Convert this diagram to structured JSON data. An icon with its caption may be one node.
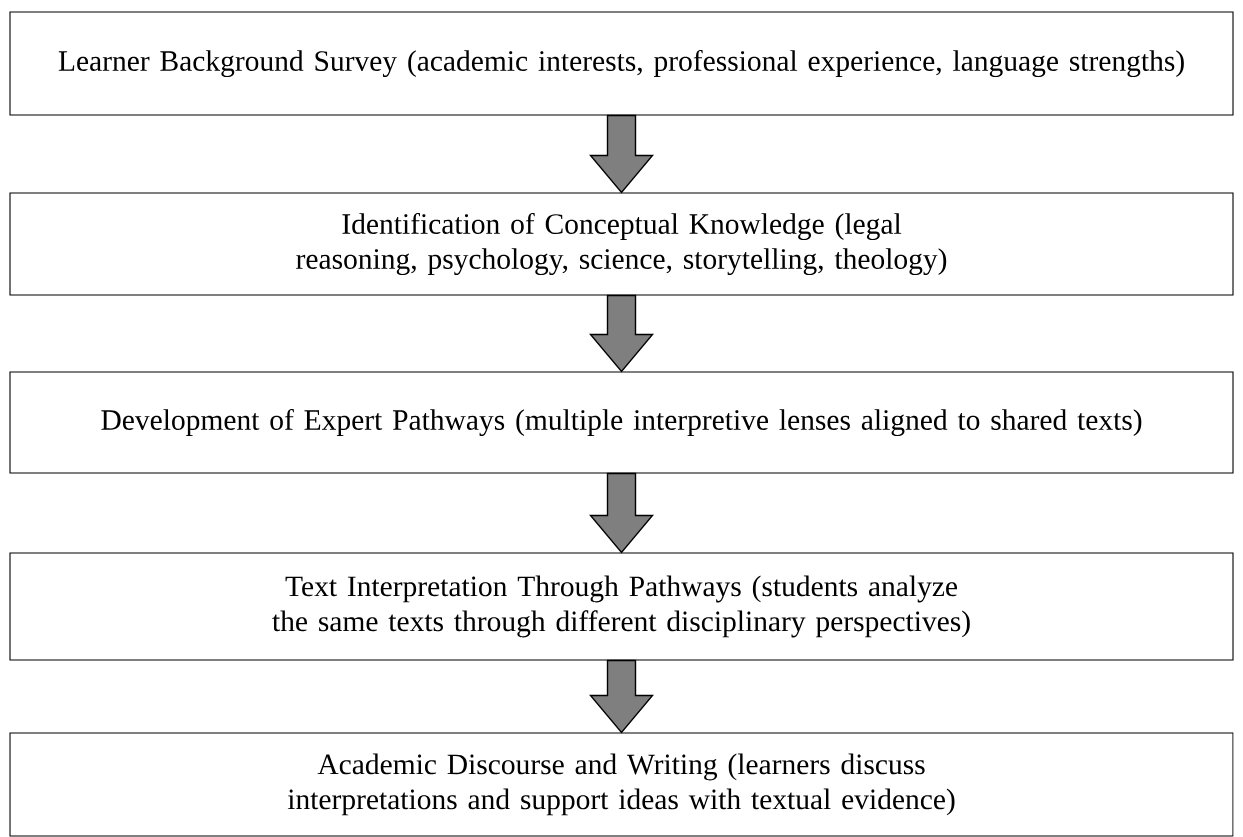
{
  "diagram": {
    "nodes": [
      {
        "text": [
          "Learner Background Survey (academic interests, professional experience, language strengths)"
        ]
      },
      {
        "text": [
          "Identification of Conceptual Knowledge (legal reasoning, psychology, science, storytelling, theology)"
        ]
      },
      {
        "text": [
          "Development of Expert Pathways (multiple interpretive lenses aligned to shared texts)"
        ]
      },
      {
        "text": [
          "Text Interpretation Through Pathways (students analyze the same texts through different disciplinary perspectives)"
        ]
      },
      {
        "text": [
          "Academic Discourse and Writing (learners discuss interpretations and support ideas with textual evidence)"
        ]
      }
    ],
    "edges": [
      {
        "from": 0,
        "to": 1,
        "arrow": "to"
      },
      {
        "from": 1,
        "to": 2,
        "arrow": "to"
      },
      {
        "from": 2,
        "to": 3,
        "arrow": "to"
      },
      {
        "from": 3,
        "to": 4,
        "arrow": "to"
      }
    ]
  }
}
